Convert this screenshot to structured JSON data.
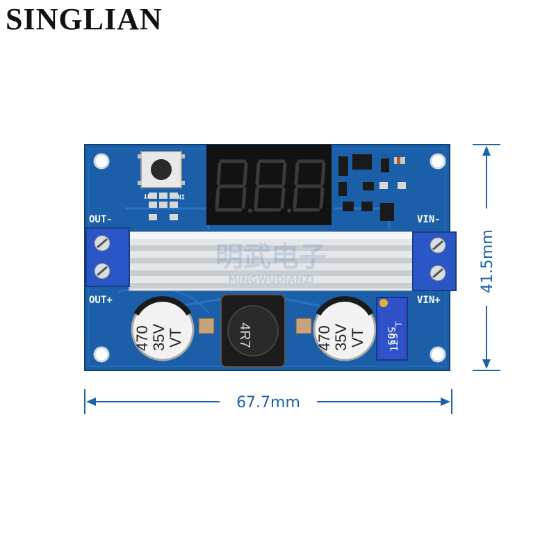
{
  "brand": "SINGLIAN",
  "dimensions": {
    "width": "67.7mm",
    "height": "41.5mm"
  },
  "board": {
    "labels": {
      "out_minus": "OUT-",
      "out_plus": "OUT+",
      "vin_minus": "VIN-",
      "vin_plus": "VIN+",
      "in_small": "IN",
      "out_small": "OUT"
    },
    "capacitor_left": {
      "line1": "470",
      "line2": "35V",
      "line3": "VT"
    },
    "capacitor_right": {
      "line1": "470",
      "line2": "35V",
      "line3": "VT"
    },
    "inductor": "4R7",
    "trimmer": {
      "line1": "123",
      "line2": "503",
      "mark": "T"
    },
    "watermark": {
      "cn": "明武电子",
      "en": "MINGWUDIANZI"
    }
  },
  "colors": {
    "pcb": "#1b5fa8",
    "pcb_dark": "#134a87",
    "dimension": "#1a63a8",
    "terminal": "#2a56c6"
  }
}
